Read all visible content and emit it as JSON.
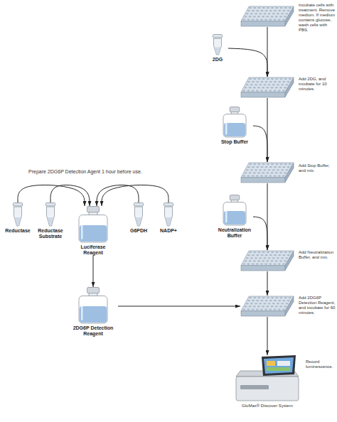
{
  "diagram": {
    "nodes": [
      {
        "text": [
          "Incubate cells with treatment. Remove medium. If medium contains glucose, wash cells with PBS."
        ]
      },
      {
        "text": [
          "2DG"
        ]
      },
      {
        "text": [
          "Add 2DG, and incubate for 10 minutes."
        ]
      },
      {
        "text": [
          "Stop Buffer"
        ]
      },
      {
        "text": [
          "Add Stop Buffer, and mix."
        ]
      },
      {
        "text": [
          "Neutralization Buffer"
        ]
      },
      {
        "text": [
          "Add Neutralization Buffer, and mix."
        ]
      },
      {
        "text": [
          "Reductase"
        ]
      },
      {
        "text": [
          "Reductase Substrate"
        ]
      },
      {
        "text": [
          "Luciferase Reagent"
        ]
      },
      {
        "text": [
          "G6PDH"
        ]
      },
      {
        "text": [
          "NADP+"
        ]
      },
      {
        "text": [
          "2DG6P Detection Reagent"
        ]
      },
      {
        "text": [
          "Add 2DG6P Detection Reagent, and incubate for 60 minutes."
        ]
      },
      {
        "text": [
          "GloMax® Discover System",
          "Record luminescence."
        ]
      }
    ],
    "edges": [
      {
        "from": 0,
        "to": 2,
        "arrow": "to"
      },
      {
        "from": 1,
        "to": 2,
        "arrow": "to"
      },
      {
        "from": 2,
        "to": 4,
        "arrow": "to"
      },
      {
        "from": 3,
        "to": 4,
        "arrow": "to"
      },
      {
        "from": 4,
        "to": 6,
        "arrow": "to"
      },
      {
        "from": 5,
        "to": 6,
        "arrow": "to"
      },
      {
        "from": 6,
        "to": 13,
        "arrow": "to"
      },
      {
        "from": 7,
        "to": 9,
        "arrow": "to"
      },
      {
        "from": 8,
        "to": 9,
        "arrow": "to"
      },
      {
        "from": 10,
        "to": 9,
        "arrow": "to"
      },
      {
        "from": 11,
        "to": 9,
        "arrow": "to"
      },
      {
        "from": 9,
        "to": 12,
        "arrow": "to"
      },
      {
        "from": 12,
        "to": 13,
        "arrow": "to"
      },
      {
        "from": 13,
        "to": 14,
        "arrow": "to"
      }
    ],
    "labels": [
      "Prepare 2DG6P Detection Agent 1 hour before use."
    ]
  }
}
